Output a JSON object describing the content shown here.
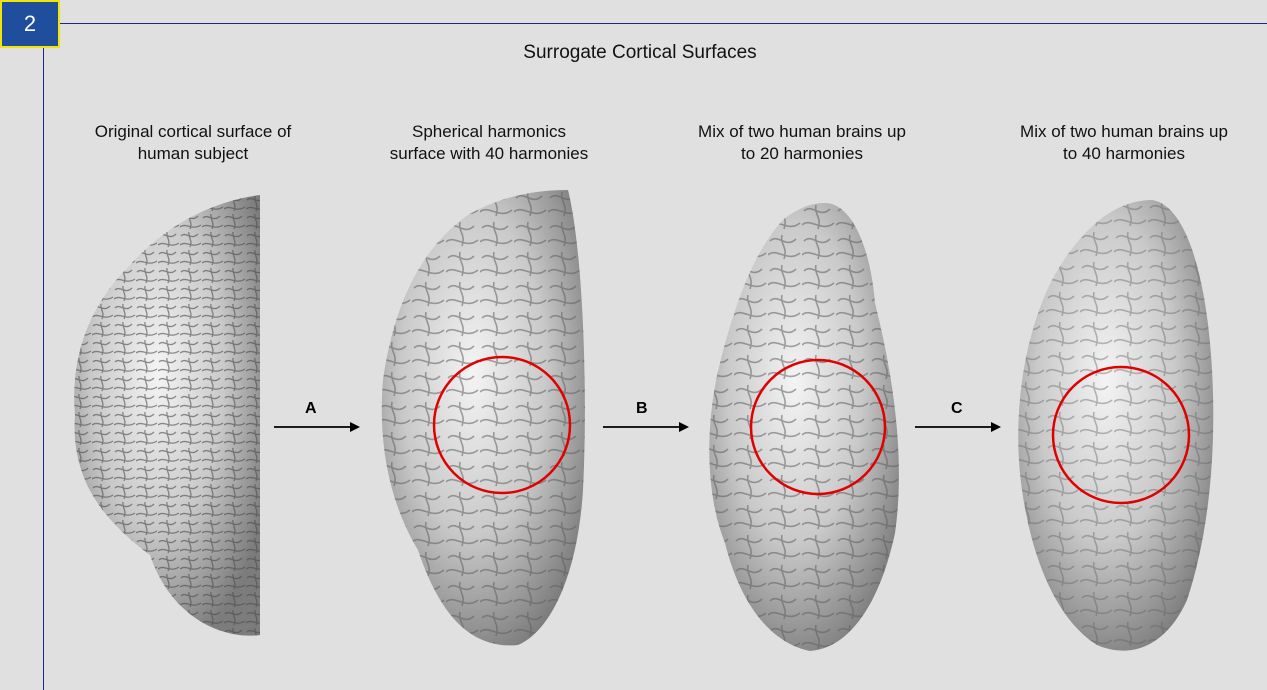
{
  "slide_number": "2",
  "title": "Surrogate Cortical Surfaces",
  "panels": [
    {
      "caption_line1": "Original cortical surface of",
      "caption_line2": "human subject"
    },
    {
      "caption_line1": "Spherical harmonics",
      "caption_line2": "surface with 40 harmonies"
    },
    {
      "caption_line1": "Mix of two human brains up",
      "caption_line2": "to 20 harmonies"
    },
    {
      "caption_line1": "Mix of two human brains up",
      "caption_line2": "to 40 harmonies"
    }
  ],
  "arrows": [
    {
      "label": "A"
    },
    {
      "label": "B"
    },
    {
      "label": "C"
    }
  ],
  "colors": {
    "background": "#e0e0e0",
    "frame": "#1a2a8c",
    "badge": "#1f4e9c",
    "badge_border": "#f2e600",
    "highlight_circle": "#e00000"
  }
}
